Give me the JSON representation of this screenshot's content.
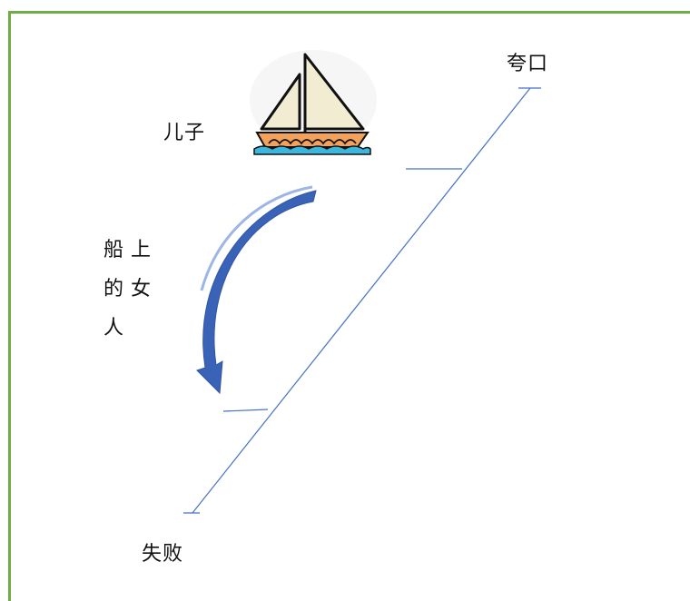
{
  "labels": {
    "top": "夸口",
    "bottom": "失败",
    "son": "儿子",
    "woman": "船上的女人"
  },
  "colors": {
    "frame": "#70ad47",
    "line": "#4472c4",
    "arrow": "#3a63b8",
    "sail": "#f2ecd2",
    "hull": "#f4a15a",
    "water": "#3bb7df"
  }
}
